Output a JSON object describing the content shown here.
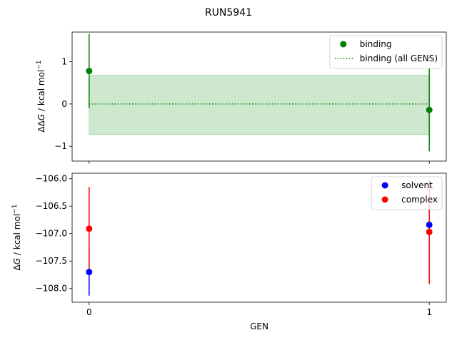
{
  "figure": {
    "title": "RUN5941",
    "xlabel": "GEN"
  },
  "chart_data": [
    {
      "type": "scatter",
      "panel": "top",
      "ylabel": "ΔΔG / kcal mol⁻¹",
      "x": [
        0,
        1
      ],
      "xlim": [
        -0.05,
        1.05
      ],
      "ylim": [
        -1.35,
        1.7
      ],
      "yticks": [
        1,
        0,
        -1
      ],
      "ytick_labels": [
        "1",
        "0",
        "−1"
      ],
      "legend": "top-right",
      "series": [
        {
          "name": "binding",
          "color": "#008000",
          "points": [
            {
              "x": 0,
              "y": 0.78,
              "err": 0.88
            },
            {
              "x": 1,
              "y": -0.14,
              "err": 0.98
            }
          ]
        }
      ],
      "reference": {
        "name": "binding (all GENS)",
        "color": "#008000",
        "y": 0.0,
        "band": [
          -0.72,
          0.68
        ],
        "band_color": "#cde8cd",
        "style": "dotted"
      }
    },
    {
      "type": "scatter",
      "panel": "bottom",
      "ylabel": "ΔG / kcal mol⁻¹",
      "x": [
        0,
        1
      ],
      "xlim": [
        -0.05,
        1.05
      ],
      "ylim": [
        -108.25,
        -105.9
      ],
      "xticks": [
        0,
        1
      ],
      "xtick_labels": [
        "0",
        "1"
      ],
      "yticks": [
        -106.0,
        -106.5,
        -107.0,
        -107.5,
        -108.0
      ],
      "ytick_labels": [
        "−106.0",
        "−106.5",
        "−107.0",
        "−107.5",
        "−108.0"
      ],
      "legend": "top-right",
      "series": [
        {
          "name": "solvent",
          "color": "#0000ff",
          "points": [
            {
              "x": 0,
              "y": -107.7,
              "err": 0.43
            },
            {
              "x": 1,
              "y": -106.84,
              "err": 0.06
            }
          ]
        },
        {
          "name": "complex",
          "color": "#ff0000",
          "points": [
            {
              "x": 0,
              "y": -106.91,
              "err": 0.76
            },
            {
              "x": 1,
              "y": -106.97,
              "err": 0.95
            }
          ]
        }
      ]
    }
  ]
}
